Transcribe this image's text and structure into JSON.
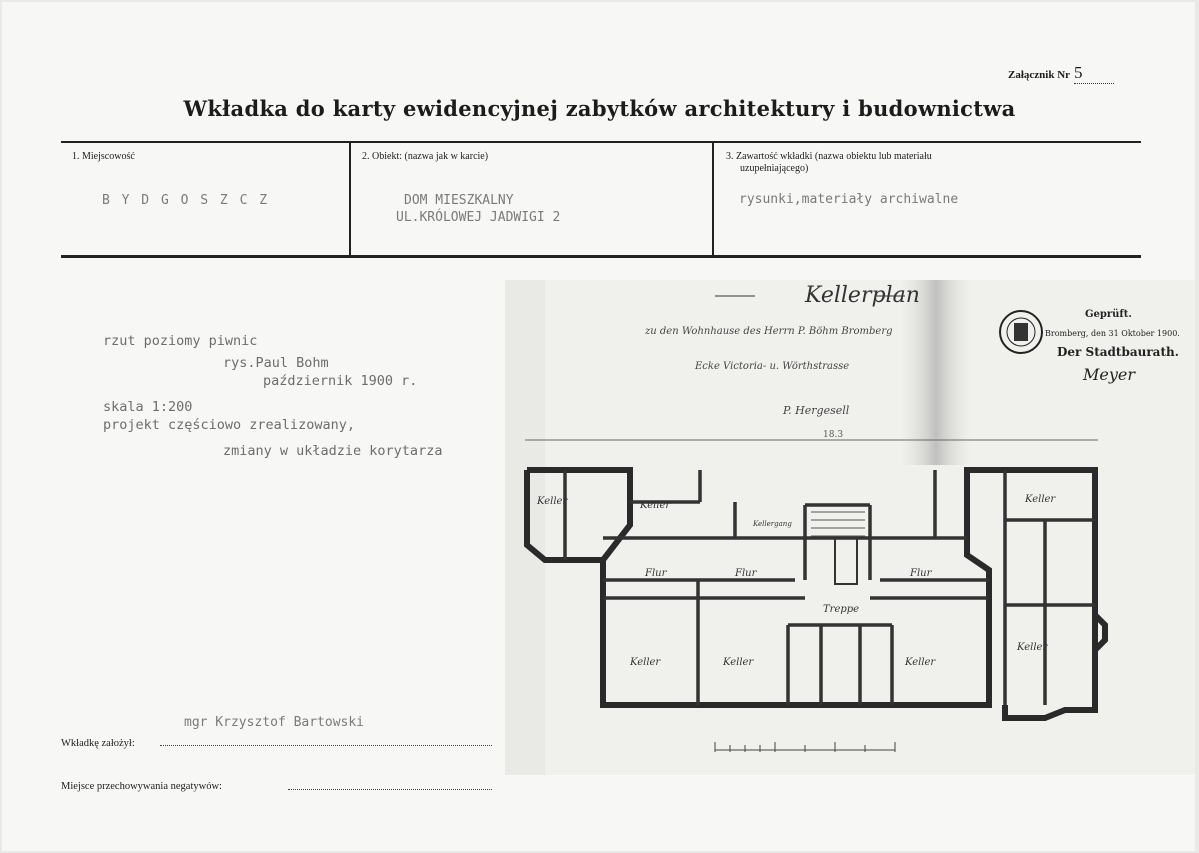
{
  "annex": {
    "label": "Załącznik Nr",
    "number": "5"
  },
  "title": "Wkładka do karty ewidencyjnej zabytków architektury i budownictwa",
  "fields": {
    "f1": {
      "label": "1. Miejscowość",
      "value": "B Y D G O S Z C Z"
    },
    "f2": {
      "label": "2. Obiekt: (nazwa jak w karcie)",
      "value_line1": "DOM MIESZKALNY",
      "value_line2": "UL.KRÓLOWEJ JADWIGI 2"
    },
    "f3": {
      "label_line1": "3. Zawartość wkładki (nazwa obiektu lub materiału",
      "label_line2": "uzupełniającego)",
      "value": "rysunki,materiały archiwalne"
    }
  },
  "notes": {
    "line1": "rzut poziomy piwnic",
    "line2": "rys.Paul Bohm",
    "line3": "październik 1900 r.",
    "line4": "skala 1:200",
    "line5": "projekt częściowo zrealizowany,",
    "line6": "zmiany w układzie korytarza"
  },
  "author": {
    "name": "mgr Krzysztof Bartowski",
    "label": "Wkładkę założył:"
  },
  "negatives": {
    "label": "Miejsce przechowywania negatywów:"
  },
  "plan": {
    "heading": "Kellerplan",
    "sub1": "zu den Wohnhause des Herrn P. Böhm Bromberg",
    "sub2": "Ecke Victoria- u. Wörthstrasse",
    "sub3": "P. Hergesell",
    "stamp_line1": "Geprüft.",
    "stamp_line2": "Bromberg, den 31 Oktober 1900.",
    "stamp_line3": "Der Stadtbaurath.",
    "stamp_sign": "Meyer",
    "dim_top": "18.3",
    "rooms": [
      "Keller",
      "Keller",
      "Keller",
      "Keller",
      "Keller",
      "Keller",
      "Keller",
      "Flur",
      "Flur",
      "Flur",
      "Treppe",
      "Kellergang"
    ]
  }
}
